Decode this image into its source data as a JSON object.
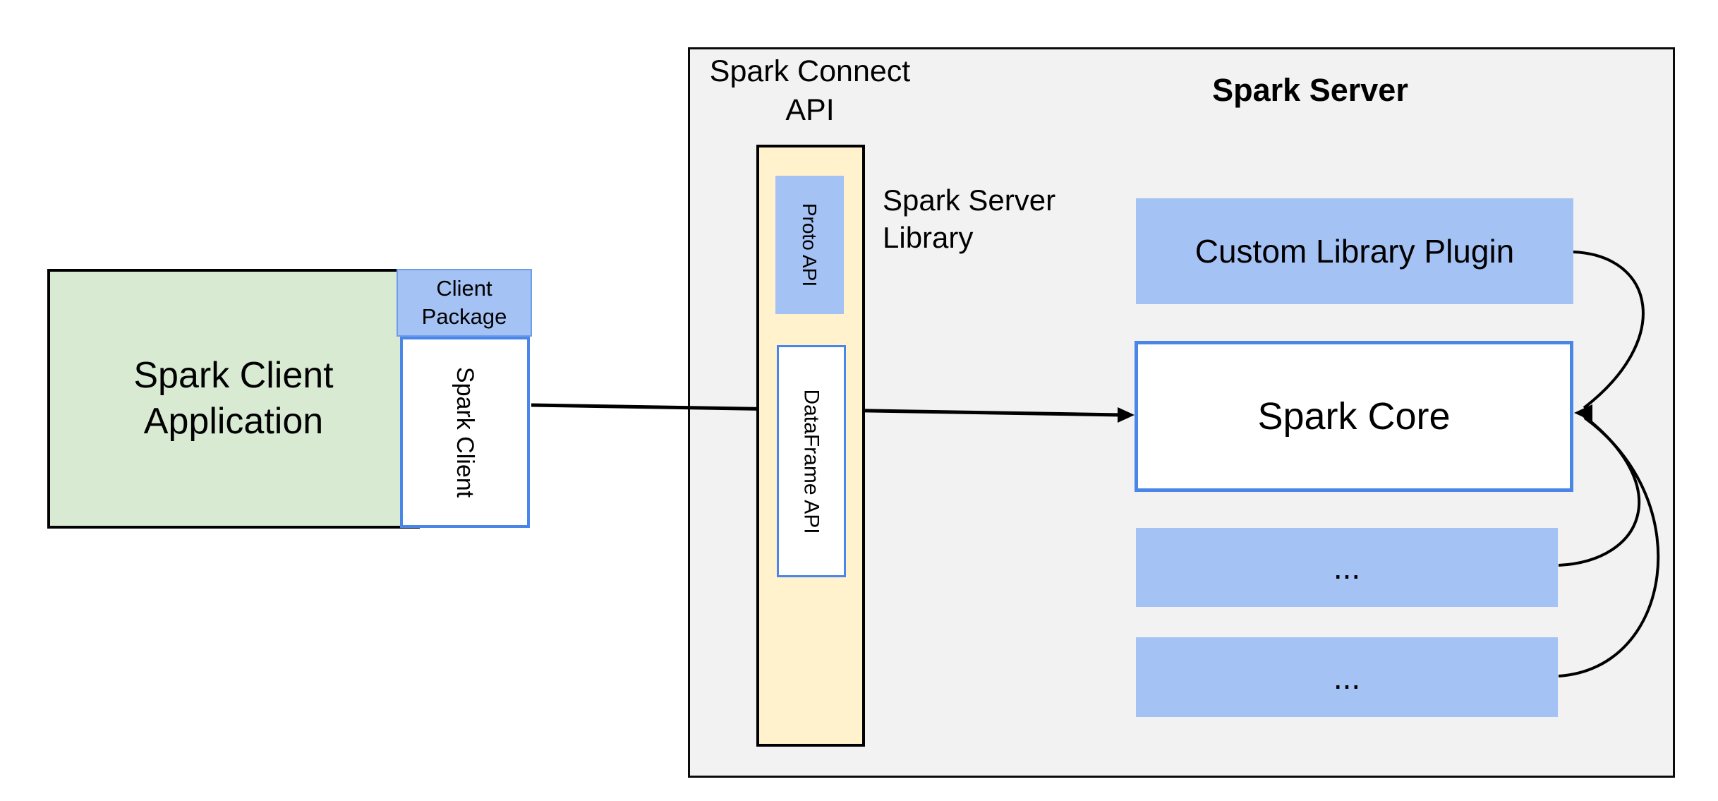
{
  "client_side": {
    "application_label": "Spark Client\nApplication",
    "package_label": "Client\nPackage",
    "client_label": "Spark Client"
  },
  "connect_api": {
    "label": "Spark Connect\nAPI"
  },
  "server": {
    "title": "Spark Server",
    "library_label": "Spark Server\nLibrary",
    "proto_api_label": "Proto API",
    "dataframe_api_label": "DataFrame API",
    "plugin_label": "Custom Library Plugin",
    "core_label": "Spark Core",
    "placeholder_boxes": [
      "...",
      "..."
    ]
  },
  "colors": {
    "client_app_fill": "#d9ead3",
    "blue_fill": "#a4c2f4",
    "yellow_fill": "#fff2cc",
    "server_fill": "#f2f2f2",
    "blue_border": "#4a86e8",
    "package_border": "#6d9eeb",
    "line_color": "#000000"
  }
}
